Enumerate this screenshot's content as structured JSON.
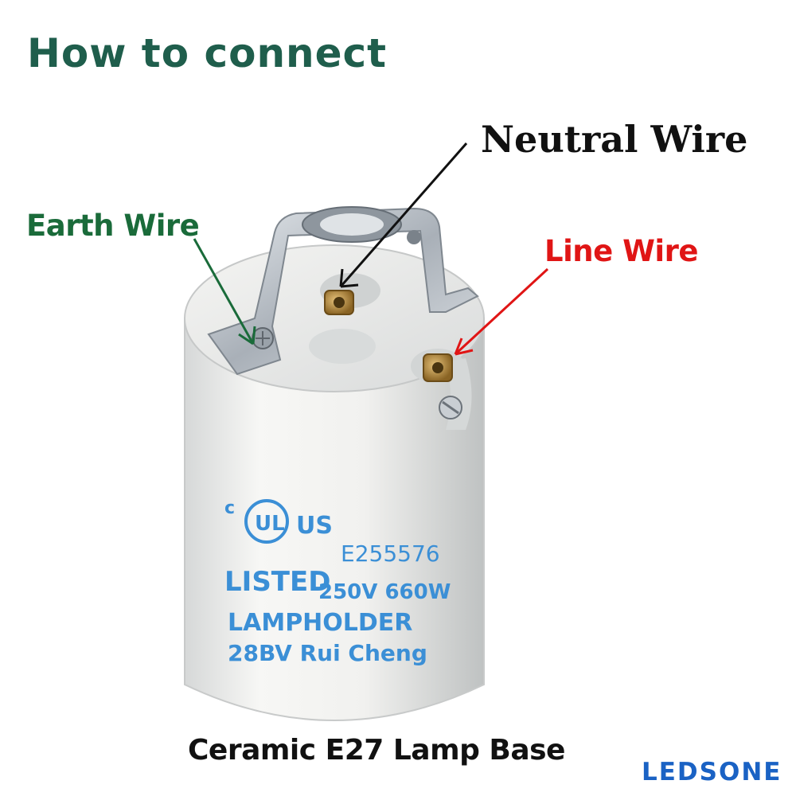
{
  "title": "How to connect",
  "labels": {
    "neutral": "Neutral Wire",
    "earth": "Earth Wire",
    "line": "Line Wire"
  },
  "caption": "Ceramic E27 Lamp Base",
  "brand": "LEDSONE",
  "stamp": {
    "cert_left": "c",
    "cert_right": "US",
    "cert_mark": "UL",
    "file_no": "E255576",
    "listed": "LISTED",
    "rating": "250V 660W",
    "product": "LAMPHOLDER",
    "maker": "28BV Rui Cheng"
  },
  "colors": {
    "title": "#1f5e4c",
    "neutral": "#111111",
    "earth": "#1a6b3a",
    "line": "#e01515",
    "caption": "#111111",
    "brand": "#1a62c4",
    "stamp": "#3b8fd6",
    "ceramic": "#f2f2f0",
    "metal": "#b9c0c8"
  }
}
